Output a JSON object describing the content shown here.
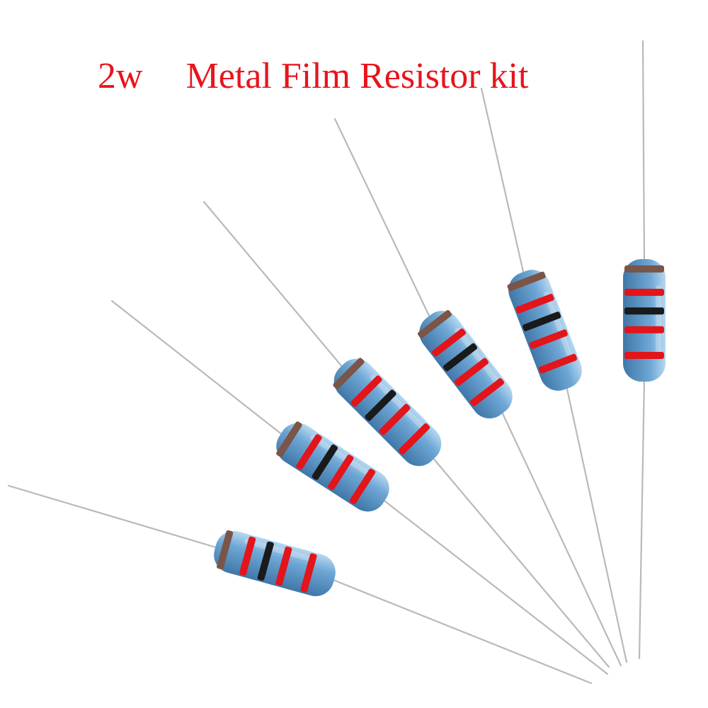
{
  "title": {
    "power": "2w",
    "product": "Metal Film Resistor kit"
  },
  "colors": {
    "title_red": "#e8141c",
    "body_blue": "#6fa8d6",
    "body_blue_light": "#b7d8f0",
    "body_blue_dark": "#3f77a8",
    "band_red": "#e3141a",
    "band_black": "#1a1a1a",
    "band_brown": "#7a5548",
    "lead_wire": "#b9b9b9"
  },
  "resistors": [
    {
      "name": "resistor-1",
      "bands": [
        "band_brown",
        "band_red",
        "band_black",
        "band_red",
        "band_red"
      ]
    },
    {
      "name": "resistor-2",
      "bands": [
        "band_brown",
        "band_red",
        "band_black",
        "band_red",
        "band_red"
      ]
    },
    {
      "name": "resistor-3",
      "bands": [
        "band_brown",
        "band_red",
        "band_black",
        "band_red",
        "band_red"
      ]
    },
    {
      "name": "resistor-4",
      "bands": [
        "band_brown",
        "band_red",
        "band_black",
        "band_red",
        "band_red"
      ]
    },
    {
      "name": "resistor-5",
      "bands": [
        "band_brown",
        "band_red",
        "band_black",
        "band_red",
        "band_red"
      ]
    },
    {
      "name": "resistor-6",
      "bands": [
        "band_brown",
        "band_red",
        "band_black",
        "band_red",
        "band_red"
      ]
    }
  ]
}
